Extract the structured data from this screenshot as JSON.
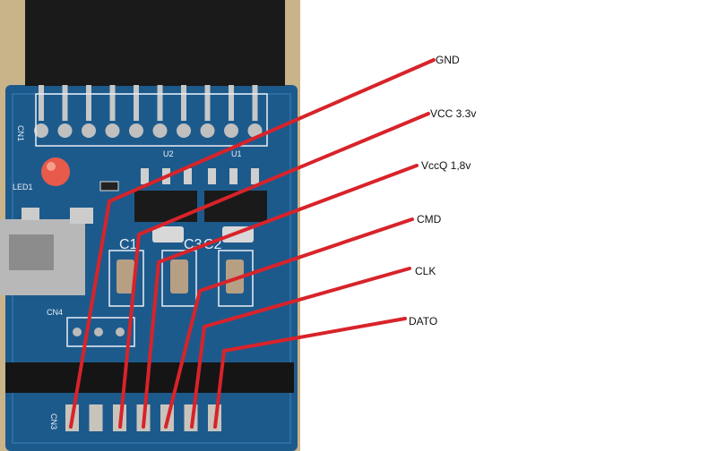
{
  "photo": {
    "board_markings": [
      "CN1",
      "U2",
      "U1",
      "C1",
      "C3",
      "C2",
      "CN4",
      "CN3",
      "LED1"
    ]
  },
  "annotations": [
    {
      "label": "GND"
    },
    {
      "label": "VCC 3.3v"
    },
    {
      "label": "VccQ 1,8v"
    },
    {
      "label": "CMD"
    },
    {
      "label": "CLK"
    },
    {
      "label": "DATO"
    }
  ],
  "colors": {
    "line": "#d8232a",
    "board": "#1d5a8c",
    "header": "#1a1a1a",
    "background": "#ffffff"
  }
}
